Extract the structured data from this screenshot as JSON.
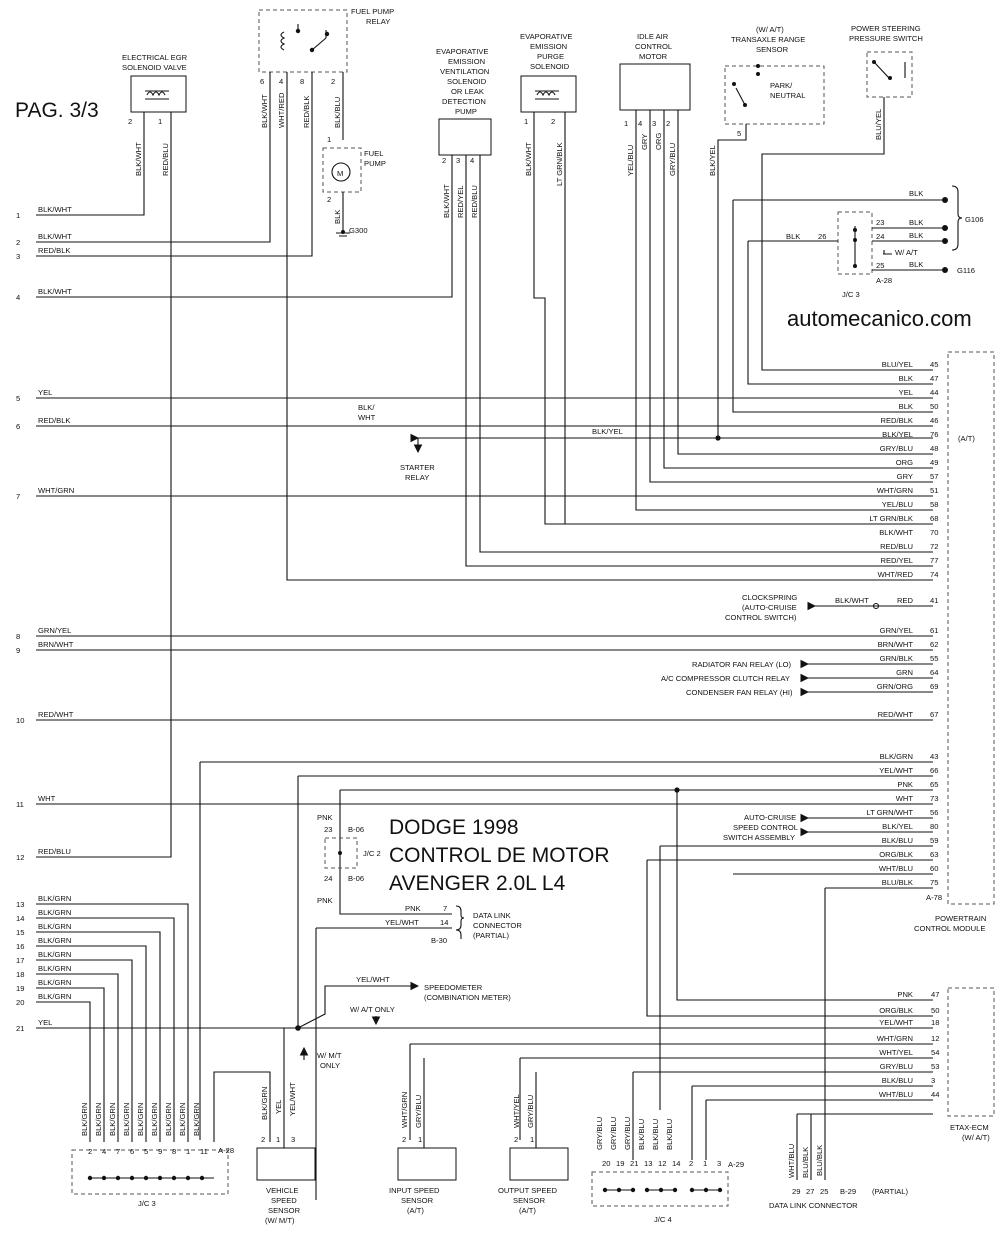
{
  "page_label": "PAG. 3/3",
  "brand": "automecanico.com",
  "title_lines": [
    "DODGE 1998",
    "CONTROL DE MOTOR",
    "AVENGER 2.0L L4"
  ],
  "left_refs": [
    "1",
    "2",
    "3",
    "4",
    "5",
    "6",
    "7",
    "8",
    "9",
    "10",
    "11",
    "12",
    "13",
    "14",
    "15",
    "16",
    "17",
    "18",
    "19",
    "20",
    "21"
  ],
  "left_wires": [
    "BLK/WHT",
    "BLK/WHT",
    "RED/BLK",
    "BLK/WHT",
    "YEL",
    "RED/BLK",
    "WHT/GRN",
    "GRN/YEL",
    "BRN/WHT",
    "RED/WHT",
    "WHT",
    "RED/BLU",
    "BLK/GRN",
    "BLK/GRN",
    "BLK/GRN",
    "BLK/GRN",
    "BLK/GRN",
    "BLK/GRN",
    "BLK/GRN",
    "BLK/GRN",
    "YEL"
  ],
  "components": {
    "egr": {
      "name": [
        "ELECTRICAL EGR",
        "SOLENOID VALVE"
      ],
      "pins": [
        "2",
        "1"
      ],
      "wires": [
        "BLK/WHT",
        "RED/BLU"
      ]
    },
    "fuel_relay": {
      "name": [
        "FUEL PUMP",
        "RELAY"
      ],
      "pins": [
        "6",
        "4",
        "8",
        "2"
      ],
      "wires": [
        "BLK/WHT",
        "WHT/RED",
        "RED/BLK",
        "BLK/BLU"
      ]
    },
    "fuel_pump": {
      "name": [
        "FUEL",
        "PUMP"
      ],
      "pins": [
        "1",
        "2"
      ],
      "symbol": "M",
      "wire": "BLK",
      "ground": "G300"
    },
    "evap_leak": {
      "name": [
        "EVAPORATIVE",
        "EMISSION",
        "VENTILATION",
        "SOLENOID",
        "OR LEAK",
        "DETECTION",
        "PUMP"
      ],
      "pins": [
        "2",
        "3",
        "4"
      ],
      "wires": [
        "BLK/WHT",
        "RED/YEL",
        "RED/BLU"
      ]
    },
    "evap_purge": {
      "name": [
        "EVAPORATIVE",
        "EMISSION",
        "PURGE",
        "SOLENOID"
      ],
      "pins": [
        "1",
        "2"
      ],
      "wires": [
        "BLK/WHT",
        "LT GRN/BLK"
      ]
    },
    "iac": {
      "name": [
        "IDLE AIR",
        "CONTROL",
        "MOTOR"
      ],
      "pins": [
        "1",
        "4",
        "3",
        "2"
      ],
      "wires": [
        "YEL/BLU",
        "GRY",
        "ORG",
        "GRY/BLU"
      ]
    },
    "trs": {
      "name": [
        "(W/ A/T)",
        "TRANSAXLE RANGE",
        "SENSOR"
      ],
      "state": [
        "PARK/",
        "NEUTRAL"
      ],
      "pin": "5",
      "wire": "BLK/YEL"
    },
    "ps_switch": {
      "name": [
        "POWER STEERING",
        "PRESSURE SWITCH"
      ],
      "wire": "BLU/YEL"
    },
    "jc3_top": {
      "label": "J/C 3",
      "ref": "A-28",
      "pins": [
        "23",
        "24",
        "25",
        "26"
      ],
      "wires": [
        "BLK",
        "BLK",
        "BLK",
        "BLK",
        "BLK"
      ],
      "note": "W/ A/T",
      "grounds": [
        "G106",
        "G116"
      ]
    },
    "starter": {
      "name": [
        "STARTER",
        "RELAY"
      ],
      "wire_a": "BLK/",
      "wire_b": "WHT",
      "wire_c": "BLK/YEL"
    },
    "pcm": {
      "name": [
        "POWERTRAIN",
        "CONTROL MODULE"
      ],
      "ref": "A-78",
      "note": "(A/T)",
      "pins": [
        {
          "wire": "BLU/YEL",
          "pin": "45"
        },
        {
          "wire": "BLK",
          "pin": "47"
        },
        {
          "wire": "YEL",
          "pin": "44"
        },
        {
          "wire": "BLK",
          "pin": "50"
        },
        {
          "wire": "RED/BLK",
          "pin": "46"
        },
        {
          "wire": "BLK/YEL",
          "pin": "76"
        },
        {
          "wire": "GRY/BLU",
          "pin": "48"
        },
        {
          "wire": "ORG",
          "pin": "49"
        },
        {
          "wire": "GRY",
          "pin": "57"
        },
        {
          "wire": "WHT/GRN",
          "pin": "51"
        },
        {
          "wire": "YEL/BLU",
          "pin": "58"
        },
        {
          "wire": "LT GRN/BLK",
          "pin": "68"
        },
        {
          "wire": "BLK/WHT",
          "pin": "70"
        },
        {
          "wire": "RED/BLU",
          "pin": "72"
        },
        {
          "wire": "RED/YEL",
          "pin": "77"
        },
        {
          "wire": "WHT/RED",
          "pin": "74"
        },
        {
          "wire": "RED",
          "pin": "41"
        },
        {
          "wire": "GRN/YEL",
          "pin": "61"
        },
        {
          "wire": "BRN/WHT",
          "pin": "62"
        },
        {
          "wire": "GRN/BLK",
          "pin": "55"
        },
        {
          "wire": "GRN",
          "pin": "64"
        },
        {
          "wire": "GRN/ORG",
          "pin": "69"
        },
        {
          "wire": "RED/WHT",
          "pin": "67"
        },
        {
          "wire": "BLK/GRN",
          "pin": "43"
        },
        {
          "wire": "YEL/WHT",
          "pin": "66"
        },
        {
          "wire": "PNK",
          "pin": "65"
        },
        {
          "wire": "WHT",
          "pin": "73"
        },
        {
          "wire": "LT GRN/WHT",
          "pin": "56"
        },
        {
          "wire": "BLK/YEL",
          "pin": "80"
        },
        {
          "wire": "BLK/BLU",
          "pin": "59"
        },
        {
          "wire": "ORG/BLK",
          "pin": "63"
        },
        {
          "wire": "WHT/BLU",
          "pin": "60"
        },
        {
          "wire": "BLU/BLK",
          "pin": "75"
        }
      ]
    },
    "clockspring": {
      "name": [
        "CLOCKSPRING",
        "(AUTO-CRUISE",
        "CONTROL SWITCH)"
      ],
      "wire": "BLK/WHT"
    },
    "rad_fan": "RADIATOR FAN RELAY (LO)",
    "ac_clutch": "A/C COMPRESSOR CLUTCH RELAY",
    "cond_fan": "CONDENSER FAN RELAY (HI)",
    "auto_cruise": [
      "AUTO-CRUISE",
      "SPEED CONTROL",
      "SWITCH ASSEMBLY"
    ],
    "jc2": {
      "label": "J/C 2",
      "pins": [
        "23",
        "24"
      ],
      "refs": [
        "B-06",
        "B-06"
      ],
      "wire": "PNK"
    },
    "dlc": {
      "name": [
        "DATA LINK",
        "CONNECTOR",
        "(PARTIAL)"
      ],
      "pins": [
        "7",
        "14"
      ],
      "wires": [
        "PNK",
        "YEL/WHT"
      ],
      "ref": "B-30"
    },
    "speedometer": {
      "name": [
        "SPEEDOMETER",
        "(COMBINATION METER)"
      ],
      "wire": "YEL/WHT"
    },
    "wat_only": "W/ A/T ONLY",
    "wmt_only": [
      "W/ M/T",
      "ONLY"
    ],
    "etax": {
      "name": [
        "ETAX-ECM",
        "(W/ A/T)"
      ],
      "pins": [
        {
          "wire": "PNK",
          "pin": "47"
        },
        {
          "wire": "ORG/BLK",
          "pin": "50"
        },
        {
          "wire": "YEL/WHT",
          "pin": "18"
        },
        {
          "wire": "WHT/GRN",
          "pin": "12"
        },
        {
          "wire": "WHT/YEL",
          "pin": "54"
        },
        {
          "wire": "GRY/BLU",
          "pin": "53"
        },
        {
          "wire": "BLK/BLU",
          "pin": "3"
        },
        {
          "wire": "WHT/BLU",
          "pin": "44"
        }
      ]
    },
    "jc3_bottom": {
      "label": "J/C 3",
      "ref": "A-28",
      "pins": [
        "2",
        "4",
        "7",
        "6",
        "5",
        "9",
        "8",
        "1",
        "11"
      ],
      "wires": [
        "BLK/GRN",
        "BLK/GRN",
        "BLK/GRN",
        "BLK/GRN",
        "BLK/GRN",
        "BLK/GRN",
        "BLK/GRN",
        "BLK/GRN",
        "BLK/GRN"
      ]
    },
    "vss": {
      "name": [
        "VEHICLE",
        "SPEED",
        "SENSOR",
        "(W/ M/T)"
      ],
      "pins": [
        "2",
        "1",
        "3"
      ],
      "wires": [
        "BLK/GRN",
        "YEL",
        "YEL/WHT"
      ]
    },
    "iss": {
      "name": [
        "INPUT SPEED",
        "SENSOR",
        "(A/T)"
      ],
      "pins": [
        "2",
        "1"
      ],
      "wires": [
        "WHT/GRN",
        "GRY/BLU"
      ]
    },
    "oss": {
      "name": [
        "OUTPUT SPEED",
        "SENSOR",
        "(A/T)"
      ],
      "pins": [
        "2",
        "1"
      ],
      "wires": [
        "WHT/YEL",
        "GRY/BLU"
      ]
    },
    "jc4": {
      "label": "J/C 4",
      "ref": "A-29",
      "pins": [
        "20",
        "19",
        "21",
        "13",
        "12",
        "14",
        "2",
        "1",
        "3"
      ],
      "wires": [
        "GRY/BLU",
        "GRY/BLU",
        "GRY/BLU",
        "BLK/BLU",
        "BLK/BLU",
        "BLK/BLU"
      ]
    },
    "dlc_bottom": {
      "name": "DATA LINK CONNECTOR",
      "pins": [
        "29",
        "27",
        "25"
      ],
      "wires": [
        "WHT/BLU",
        "BLU/BLK",
        "BLU/BLK"
      ],
      "ref": "B-29",
      "note": "(PARTIAL)"
    }
  }
}
